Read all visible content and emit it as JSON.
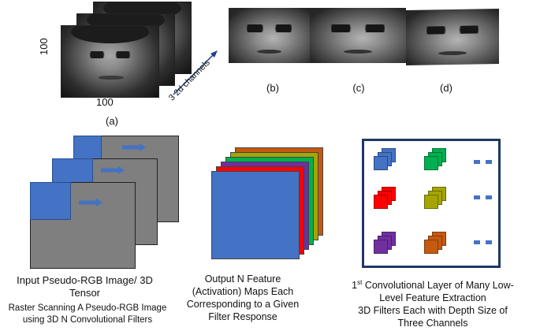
{
  "top": {
    "dim_vertical": "100",
    "dim_horizontal": "100",
    "channels": "3 2d channels",
    "label_a": "(a)",
    "label_b": "(b)",
    "label_c": "(c)",
    "label_d": "(d)"
  },
  "bottom": {
    "input_caption": "Input Pseudo-RGB Image/ 3D Tensor",
    "raster_caption": "Raster Scanning A Pseudo-RGB Image using 3D N Convolutional Filters",
    "output_caption": "Output N Feature (Activation) Maps Each Corresponding to a Given Filter Response",
    "layer_caption_prefix": "1",
    "layer_caption_sup": "st",
    "layer_caption_rest": " Convolutional Layer of Many Low-Level Feature Extraction",
    "filters_caption": "3D Filters Each with Depth Size of Three Channels"
  },
  "colors": {
    "blue": "#4472c4",
    "gray": "#7f7f7f",
    "red": "#ff0000",
    "purple": "#7030a0",
    "green": "#00b050",
    "olive": "#a5a500",
    "orange": "#c55a11",
    "frame": "#1f3864"
  }
}
